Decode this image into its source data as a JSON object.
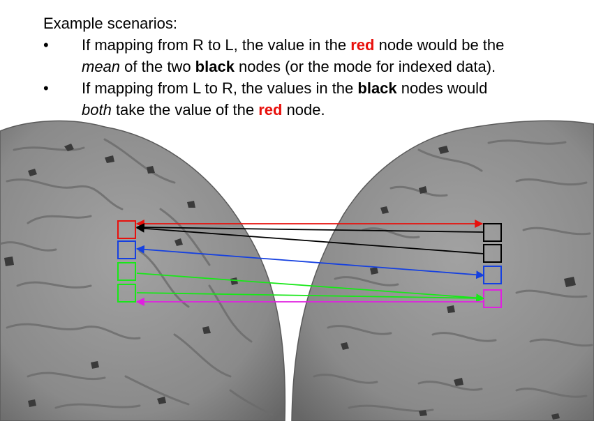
{
  "title": "Example scenarios:",
  "bullets": [
    {
      "marker": "•",
      "line1": {
        "a": "If mapping from R to L, the value in the ",
        "red": "red",
        "b": " node would be the"
      },
      "line2": {
        "italic": "mean",
        "a": " of the two ",
        "bold": "black",
        "b": " nodes (or the mode for indexed data)."
      }
    },
    {
      "marker": "•",
      "line1": {
        "a": "If mapping from L to R, the values in the ",
        "bold": "black",
        "b": " nodes would"
      },
      "line2": {
        "italic": "both",
        "a": " take the value of the ",
        "red": "red",
        "b": " node."
      }
    }
  ],
  "colors": {
    "red": "#e8100c",
    "black": "#000000",
    "blue": "#1540e0",
    "green": "#18e818",
    "magenta": "#e020e0",
    "brain": "#8c8c8c"
  }
}
